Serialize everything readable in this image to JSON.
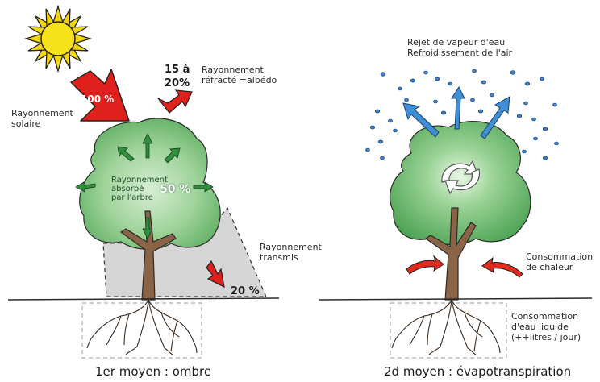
{
  "left_panel": {
    "solar_label": "Rayonnement\nsolaire",
    "solar_pct": "100 %",
    "reflected_pct": "15 à\n20%",
    "reflected_label": "Rayonnement\nréfracté =albédo",
    "absorbed_label": "Rayonnement\nabsorbé\npar l'arbre",
    "absorbed_pct": "50 %",
    "transmitted_label": "Rayonnement\ntransmis",
    "transmitted_pct": "20 %",
    "caption": "1er moyen : ombre"
  },
  "right_panel": {
    "vapor_label": "Rejet de vapeur d'eau\nRefroidissement de l'air",
    "heat_label": "Consommation\nde chaleur",
    "water_label": "Consommation\nd'eau liquide\n(++litres / jour)",
    "caption": "2d moyen : évapotranspiration"
  },
  "colors": {
    "sun": "#f5d60a",
    "sun_arrow": "#e0201c",
    "foliage": "#7ec27e",
    "trunk": "#8a6446",
    "shadow": "#d4d4d4",
    "green_arrow": "#2f8f3a",
    "vapor_arrow": "#3f8fd6",
    "droplet": "#3a7fc4",
    "heat_arrow": "#e02a1e"
  }
}
